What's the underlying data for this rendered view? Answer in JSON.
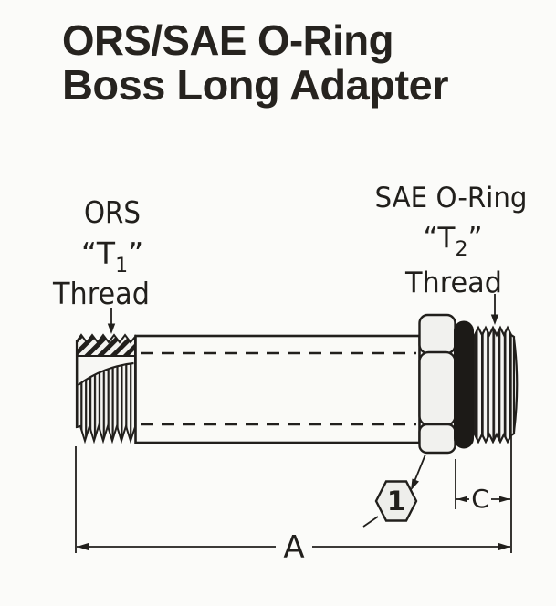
{
  "figure": {
    "title_line1": "ORS/SAE O-Ring",
    "title_line2": "Boss Long Adapter"
  },
  "labels": {
    "ors": {
      "name": "ORS",
      "code_open": "“T",
      "code_sub": "1",
      "code_close": "”",
      "word": "Thread"
    },
    "sae": {
      "name": "SAE O-Ring",
      "code_open": "“T",
      "code_sub": "2",
      "code_close": "”",
      "word": "Thread"
    }
  },
  "dimensions": {
    "overall_length_label": "A",
    "sae_thread_length_label": "C"
  },
  "callout": {
    "number": "1"
  },
  "colors": {
    "paper": "#fbfbf9",
    "ink": "#211f1c",
    "metal_light": "#f1f1ee",
    "o_ring": "#1c1a17"
  }
}
